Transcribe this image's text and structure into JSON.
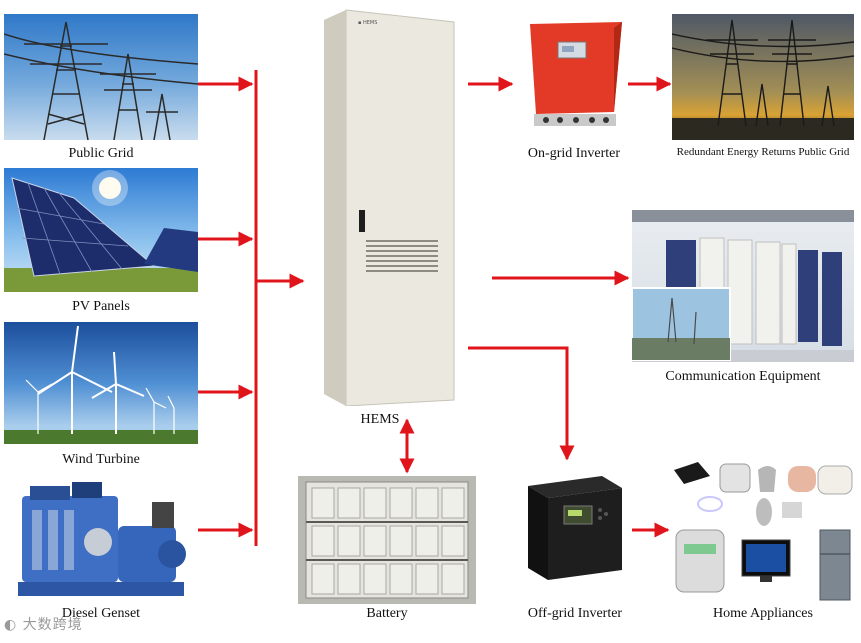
{
  "sources": [
    {
      "id": "public-grid",
      "label": "Public Grid"
    },
    {
      "id": "pv-panels",
      "label": "PV Panels"
    },
    {
      "id": "wind-turbine",
      "label": "Wind Turbine"
    },
    {
      "id": "diesel-genset",
      "label": "Diesel Genset"
    }
  ],
  "hub": {
    "label": "HEMS"
  },
  "outputs": {
    "ongrid": {
      "label": "On-grid Inverter"
    },
    "redundant": {
      "label": "Redundant Energy Returns Public Grid"
    },
    "comm": {
      "label": "Communication Equipment"
    },
    "battery": {
      "label": "Battery"
    },
    "offgrid": {
      "label": "Off-grid Inverter"
    },
    "appliances": {
      "label": "Home Appliances"
    }
  },
  "watermark": "大数跨境",
  "colors": {
    "arrow": "#e0141b",
    "inverter_red": "#e23a26",
    "cabinet": "#e9e6dd"
  }
}
